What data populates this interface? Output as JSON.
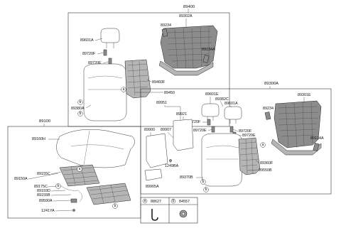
{
  "upper_left_assembly": {
    "assembly_no": "89400",
    "back_frame": "89302A",
    "bracket": "89234",
    "hinge": "89134A",
    "headrest": "89601A",
    "guide_locking": "89720F",
    "guide_plain": "89720E",
    "pad_back": "89460F",
    "back_assy": "89450",
    "cover_back": "89380A"
  },
  "lower_left_assembly": {
    "assembly_no": "89100",
    "cushion_frame": "89160H",
    "cover_cushion": "89150A",
    "pad_cushion": "89155C",
    "clip": "89175C",
    "wire_a": "89193D",
    "wire_b": "89155B",
    "harness": "89590A",
    "screw": "1241YA"
  },
  "right_assembly": {
    "assembly_no": "89300A",
    "back_frame": "89301E",
    "headrest_center": "89601E",
    "headrest_outer": "89601A",
    "guide_center": "89382C",
    "bracket": "89234",
    "hinge": "89134A",
    "armrest": "89951",
    "armrest_cover": "89921",
    "armrest_frame": "89900",
    "armrest_pad": "89907",
    "guide_locking_l": "89720F",
    "guide_plain_l": "89720E",
    "guide_locking_r": "89720F",
    "guide_plain_r": "89720E",
    "pad_back": "89360F",
    "back_assy": "89550B",
    "cover_back": "89370B",
    "screw": "1249BA",
    "cup_holder": "89905A"
  },
  "legend": {
    "a_marker": "a",
    "a_part": "88627",
    "b_marker": "b",
    "b_part": "84557"
  },
  "callouts": {
    "a": "a",
    "b": "b"
  }
}
